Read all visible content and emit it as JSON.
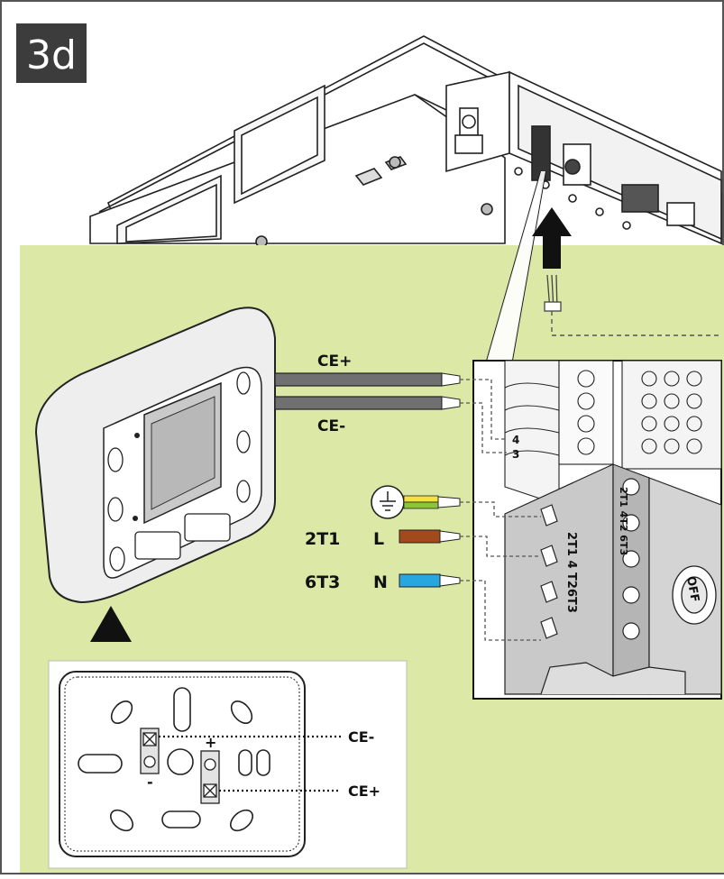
{
  "step_badge": "3d",
  "wire_labels": {
    "ce_plus": "CE+",
    "ce_minus": "CE-",
    "terminal_4": "4",
    "terminal_3": "3"
  },
  "power_labels": {
    "t21": "2T1",
    "l": "L",
    "t63": "6T3",
    "n": "N"
  },
  "terminal_text": {
    "block_a": "2T1 4 T26T3",
    "block_b": "2T1 4T2 6T3",
    "knob": "OFF"
  },
  "mount_plate_labels": {
    "plus": "+",
    "minus": "-",
    "ce_minus": "CE-",
    "ce_plus": "CE+"
  },
  "colors": {
    "panel_green": "#dbe8a6",
    "wire_grey": "#707070",
    "wire_brown": "#a34a1c",
    "wire_blue": "#27a6e0",
    "earth_green": "#8cc43c",
    "earth_yellow": "#f2e23a",
    "badge_bg": "#3c3c3c"
  },
  "icons": [
    "ground-icon",
    "arrow-up-icon",
    "arrow-up-triangle-icon"
  ]
}
